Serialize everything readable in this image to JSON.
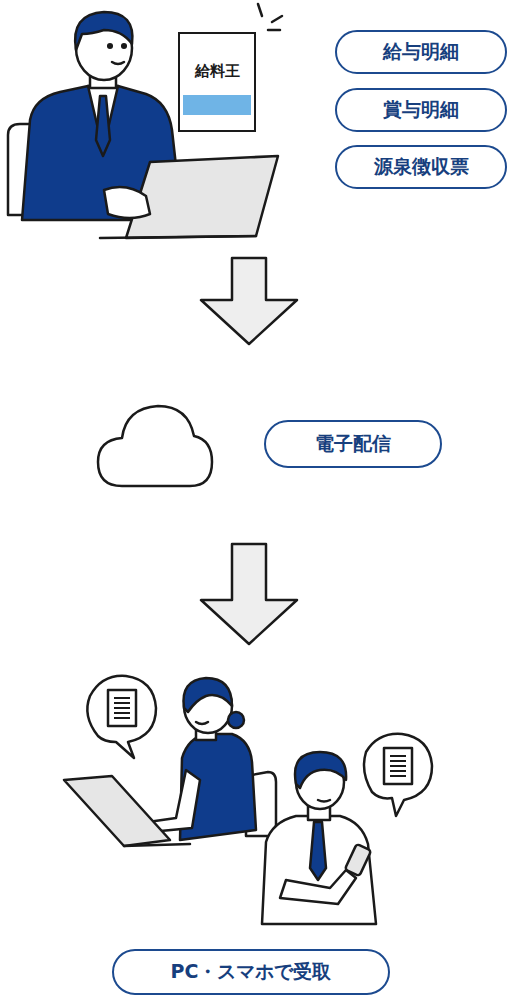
{
  "diagram": {
    "nodes": [
      {
        "text": [
          "給料王"
        ]
      },
      {
        "text": [
          "給与明細"
        ]
      },
      {
        "text": [
          "賞与明細"
        ]
      },
      {
        "text": [
          "源泉徴収票"
        ]
      },
      {
        "text": [
          "電子配信"
        ]
      },
      {
        "text": [
          "PC・スマホで受取"
        ]
      }
    ]
  }
}
